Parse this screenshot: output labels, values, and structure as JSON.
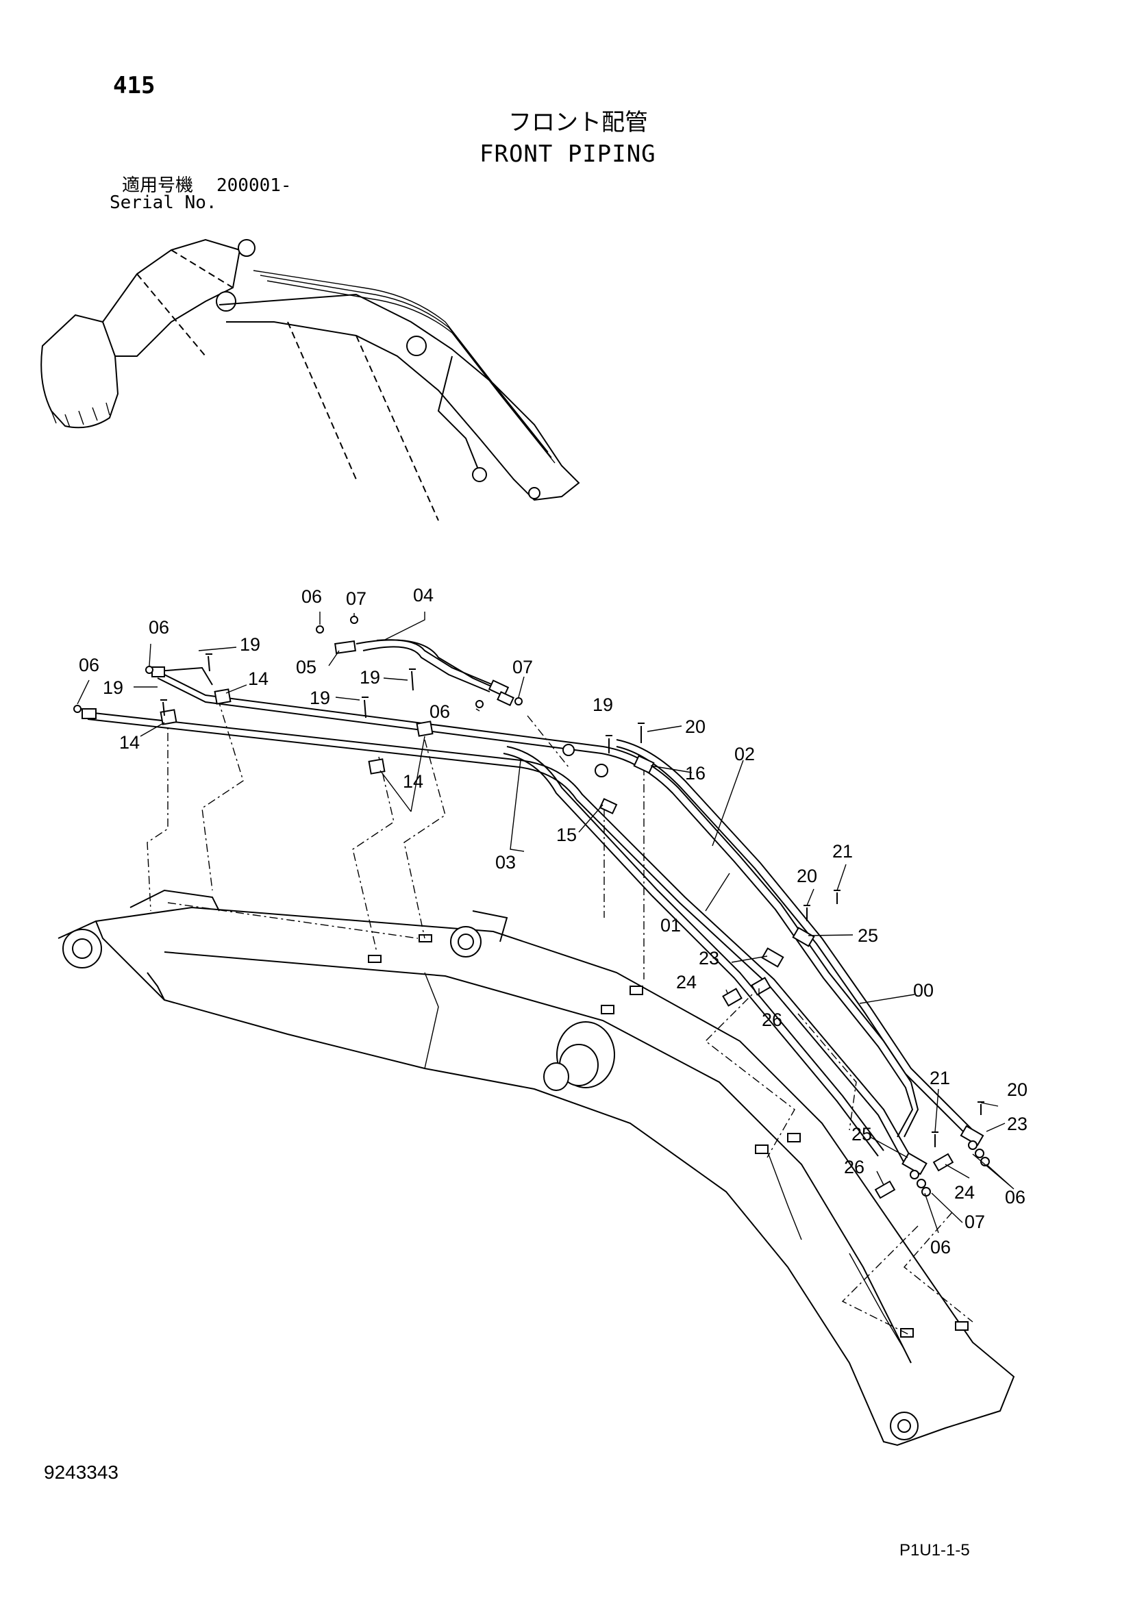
{
  "header": {
    "page_number": "415",
    "title_jp": "フロント配管",
    "title_en": "FRONT PIPING",
    "serial_label_jp": "適用号機",
    "serial_value": "200001-",
    "serial_label_en": "Serial No."
  },
  "callouts": [
    {
      "id": "c-06-a",
      "text": "06"
    },
    {
      "id": "c-07-a",
      "text": "07"
    },
    {
      "id": "c-04",
      "text": "04"
    },
    {
      "id": "c-06-b",
      "text": "06"
    },
    {
      "id": "c-19-a",
      "text": "19"
    },
    {
      "id": "c-05",
      "text": "05"
    },
    {
      "id": "c-06-c",
      "text": "06"
    },
    {
      "id": "c-19-b",
      "text": "19"
    },
    {
      "id": "c-14-a",
      "text": "14"
    },
    {
      "id": "c-19-c",
      "text": "19"
    },
    {
      "id": "c-07-b",
      "text": "07"
    },
    {
      "id": "c-19-d",
      "text": "19"
    },
    {
      "id": "c-06-d",
      "text": "06"
    },
    {
      "id": "c-14-b",
      "text": "14"
    },
    {
      "id": "c-19-e",
      "text": "19"
    },
    {
      "id": "c-20-a",
      "text": "20"
    },
    {
      "id": "c-02",
      "text": "02"
    },
    {
      "id": "c-16",
      "text": "16"
    },
    {
      "id": "c-14-c",
      "text": "14"
    },
    {
      "id": "c-15",
      "text": "15"
    },
    {
      "id": "c-03",
      "text": "03"
    },
    {
      "id": "c-21-a",
      "text": "21"
    },
    {
      "id": "c-20-b",
      "text": "20"
    },
    {
      "id": "c-01",
      "text": "01"
    },
    {
      "id": "c-25-a",
      "text": "25"
    },
    {
      "id": "c-23-a",
      "text": "23"
    },
    {
      "id": "c-24-a",
      "text": "24"
    },
    {
      "id": "c-26-a",
      "text": "26"
    },
    {
      "id": "c-00",
      "text": "00"
    },
    {
      "id": "c-21-b",
      "text": "21"
    },
    {
      "id": "c-20-c",
      "text": "20"
    },
    {
      "id": "c-23-b",
      "text": "23"
    },
    {
      "id": "c-25-b",
      "text": "25"
    },
    {
      "id": "c-26-b",
      "text": "26"
    },
    {
      "id": "c-24-b",
      "text": "24"
    },
    {
      "id": "c-06-e",
      "text": "06"
    },
    {
      "id": "c-07-c",
      "text": "07"
    },
    {
      "id": "c-06-f",
      "text": "06"
    }
  ],
  "footer": {
    "doc_number": "9243343",
    "page_code": "P1U1-1-5"
  }
}
